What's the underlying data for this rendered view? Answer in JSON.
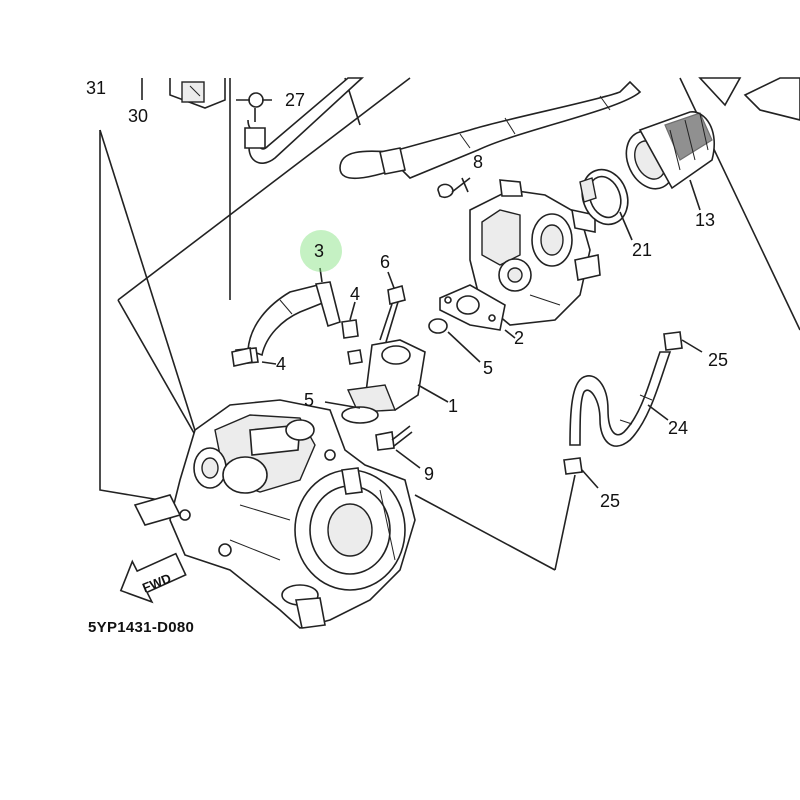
{
  "diagram": {
    "diagram_code": "5YP1431-D080",
    "fwd_label": "FWD",
    "highlight_color": "#7ee07a",
    "highlighted_part": "3",
    "callouts": {
      "c31": "31",
      "c30": "30",
      "c27": "27",
      "c8": "8",
      "c13": "13",
      "c21": "21",
      "c3": "3",
      "c6": "6",
      "c4a": "4",
      "c4b": "4",
      "c2": "2",
      "c5a": "5",
      "c5b": "5",
      "c1": "1",
      "c9": "9",
      "c25a": "25",
      "c24": "24",
      "c25b": "25"
    }
  }
}
